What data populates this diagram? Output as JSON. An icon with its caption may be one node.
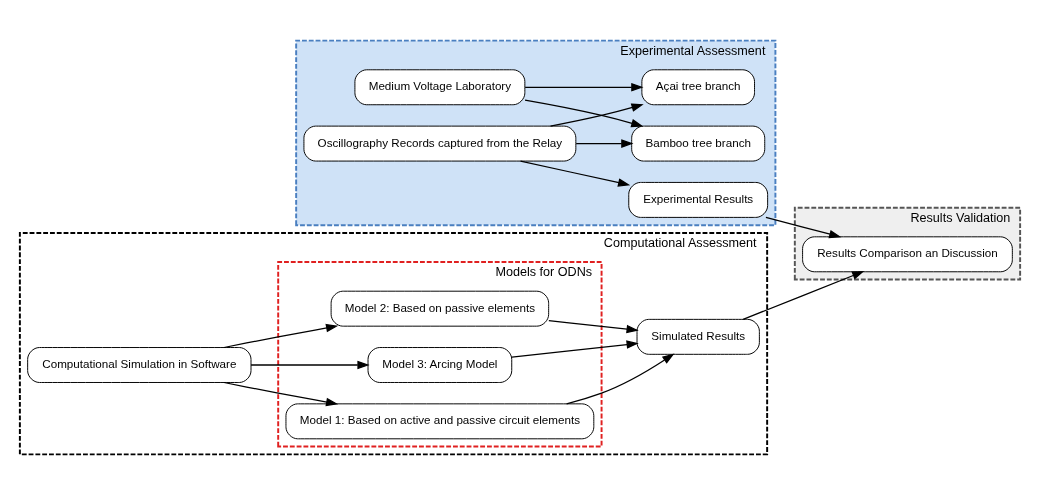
{
  "diagram": {
    "nodes": [
      {
        "text": [
          "Experimental Assessment"
        ]
      },
      {
        "text": [
          "Medium Voltage Laboratory"
        ],
        "in": 0
      },
      {
        "text": [
          "Açai tree branch"
        ],
        "in": 0
      },
      {
        "text": [
          "Bamboo tree branch"
        ],
        "in": 0
      },
      {
        "text": [
          "Oscillography Records captured from the Relay"
        ],
        "in": 0
      },
      {
        "text": [
          "Experimental Results"
        ],
        "in": 0
      },
      {
        "text": [
          "Results Validation"
        ]
      },
      {
        "text": [
          "Results Comparison an Discussion"
        ],
        "in": 6
      },
      {
        "text": [
          "Computational Assessment"
        ]
      },
      {
        "text": [
          "Computational Simulation in Software"
        ],
        "in": 8
      },
      {
        "text": [
          "Models for ODNs"
        ],
        "in": 8
      },
      {
        "text": [
          "Model 1: Based on active and passive circuit elements"
        ],
        "in": 10
      },
      {
        "text": [
          "Model 2: Based on passive elements"
        ],
        "in": 10
      },
      {
        "text": [
          "Model 3: Arcing Model"
        ],
        "in": 10
      },
      {
        "text": [
          "Simulated Results"
        ],
        "in": 8
      }
    ],
    "edges": [
      {
        "from": 1,
        "to": 2,
        "arrow": "to"
      },
      {
        "from": 1,
        "to": 3,
        "arrow": "to"
      },
      {
        "from": 4,
        "to": 2,
        "arrow": "to"
      },
      {
        "from": 4,
        "to": 3,
        "arrow": "to"
      },
      {
        "from": 4,
        "to": 5,
        "arrow": "to"
      },
      {
        "from": 5,
        "to": 7,
        "arrow": "to"
      },
      {
        "from": 9,
        "to": 11,
        "arrow": "to"
      },
      {
        "from": 9,
        "to": 12,
        "arrow": "to"
      },
      {
        "from": 9,
        "to": 13,
        "arrow": "to"
      },
      {
        "from": 11,
        "to": 14,
        "arrow": "to"
      },
      {
        "from": 12,
        "to": 14,
        "arrow": "to"
      },
      {
        "from": 13,
        "to": 14,
        "arrow": "to"
      },
      {
        "from": 14,
        "to": 7,
        "arrow": "to"
      }
    ]
  }
}
